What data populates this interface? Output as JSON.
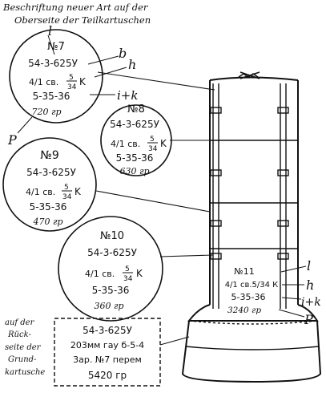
{
  "caption": {
    "line1": "Beschriftung neuer Art auf der",
    "line2": "Oberseite der Teilkartuschen"
  },
  "callout_letters": {
    "l_top": "l",
    "b": "b",
    "h_top": "h",
    "ik_top": "i+k",
    "p_left": "P",
    "l_bottom": "l",
    "h_bottom": "h",
    "ik_bottom": "i+k",
    "p_bottom": "P"
  },
  "label_common": {
    "frac_num": "5",
    "frac_den": "34",
    "k": "K",
    "prefix": "4/1 св."
  },
  "circles": [
    {
      "id": "no7",
      "number": "№7",
      "code": "54-3-625У",
      "date": "5-35-36",
      "weight": "720 гр"
    },
    {
      "id": "no8",
      "number": "№8",
      "code": "54-3-625У",
      "date": "5-35-36",
      "weight": "630 гр"
    },
    {
      "id": "no9",
      "number": "№9",
      "code": "54-3-625У",
      "date": "5-35-36",
      "weight": "470 гр"
    },
    {
      "id": "no10",
      "number": "№10",
      "code": "54-3-625У",
      "date": "5-35-36",
      "weight": "360 гр"
    }
  ],
  "label_no11": {
    "number": "№11",
    "line": "4/1 св.5/34 К",
    "date": "5-35-36",
    "weight": "3240 гр"
  },
  "back_note": {
    "lines": [
      "auf der",
      "Rück-",
      "seite der",
      "Grund-",
      "kartusche"
    ]
  },
  "dashed_box": {
    "lines": [
      "54-3-625У",
      "203мм гау б-5-4",
      "3ар. №7 перем",
      "5420 гр"
    ]
  },
  "colors": {
    "ink": "#111111",
    "paper": "#ffffff"
  }
}
